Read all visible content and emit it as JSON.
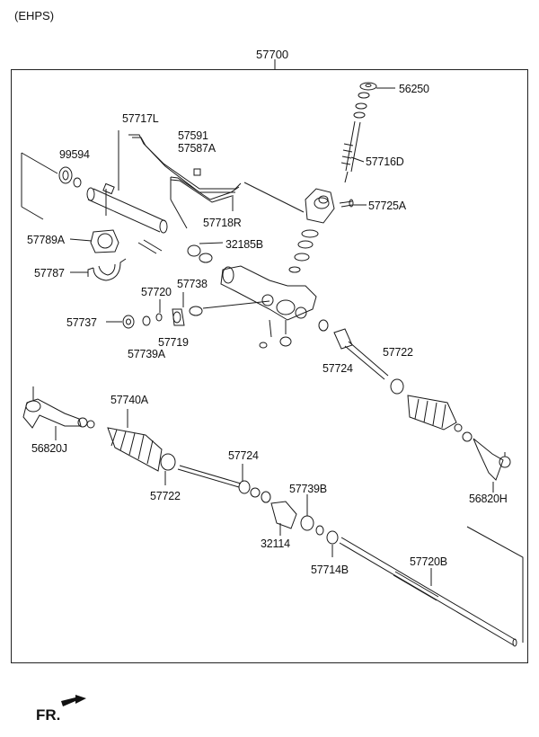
{
  "header": {
    "variant": "(EHPS)"
  },
  "assembly": {
    "number": "57700"
  },
  "labels": {
    "p56250": "56250",
    "p57716D": "57716D",
    "p57725A": "57725A",
    "p57717L": "57717L",
    "p57591": "57591",
    "p57587A": "57587A",
    "p99594": "99594",
    "p57718R": "57718R",
    "p32185B": "32185B",
    "p57789A": "57789A",
    "p57787": "57787",
    "p57720": "57720",
    "p57738": "57738",
    "p57737": "57737",
    "p57719": "57719",
    "p57739A": "57739A",
    "p57724a": "57724",
    "p57722a": "57722",
    "p57740A": "57740A",
    "p56820J": "56820J",
    "p57724b": "57724",
    "p57722b": "57722",
    "p57739B": "57739B",
    "p32114": "32114",
    "p57714B": "57714B",
    "p57720B": "57720B",
    "p56820H": "56820H"
  },
  "footer": {
    "direction": "FR."
  }
}
